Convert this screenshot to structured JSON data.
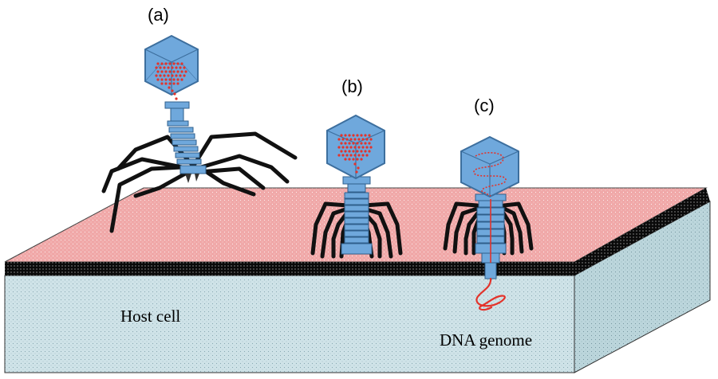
{
  "labels": {
    "a": "(a)",
    "b": "(b)",
    "c": "(c)",
    "host_cell": "Host cell",
    "dna_genome": "DNA genome"
  },
  "colors": {
    "membrane_surface": "#f0a8a8",
    "cell_side": "#c9dfe4",
    "membrane_band": "#0a0a0a",
    "capsid": "#6fa8dc",
    "capsid_edge": "#3d6f9e",
    "tail": "#6fa8dc",
    "leg": "#111111",
    "dna": "#e3332b"
  },
  "icons": [
    "phage-icon",
    "host-cell-icon"
  ]
}
